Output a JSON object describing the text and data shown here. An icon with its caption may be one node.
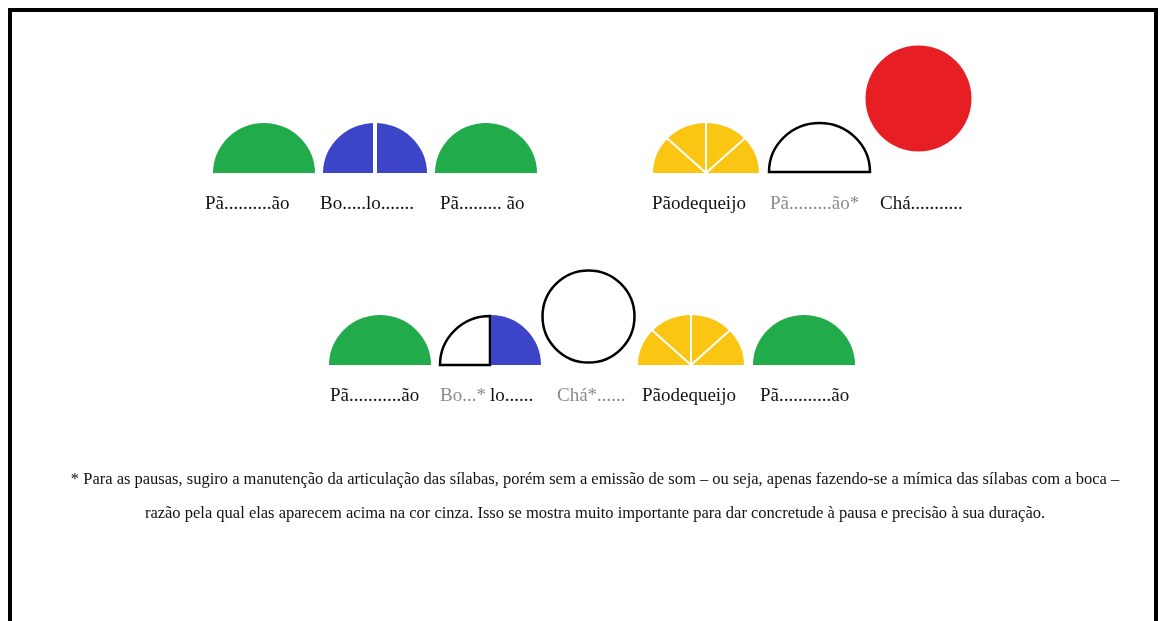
{
  "diagram": {
    "labels": [
      "Pã..........ão",
      "Bo.....lo.......",
      "Pã......... ão",
      "Pãodequeijo",
      "Pã.........ão*",
      "Chá...........",
      "Pã...........ão",
      "Bo...*",
      "lo......",
      "Chá*......",
      "Pãodequeijo",
      "Pã...........ão",
      "* Para as pausas, sugiro a manutenção da articulação das sílabas, porém sem a emissão de som – ou seja, apenas fazendo-se a mímica das sílabas com a boca – razão pela qual elas aparecem acima na cor cinza. Isso se mostra muito importante para dar concretude à pausa e precisão à sua duração."
    ]
  }
}
